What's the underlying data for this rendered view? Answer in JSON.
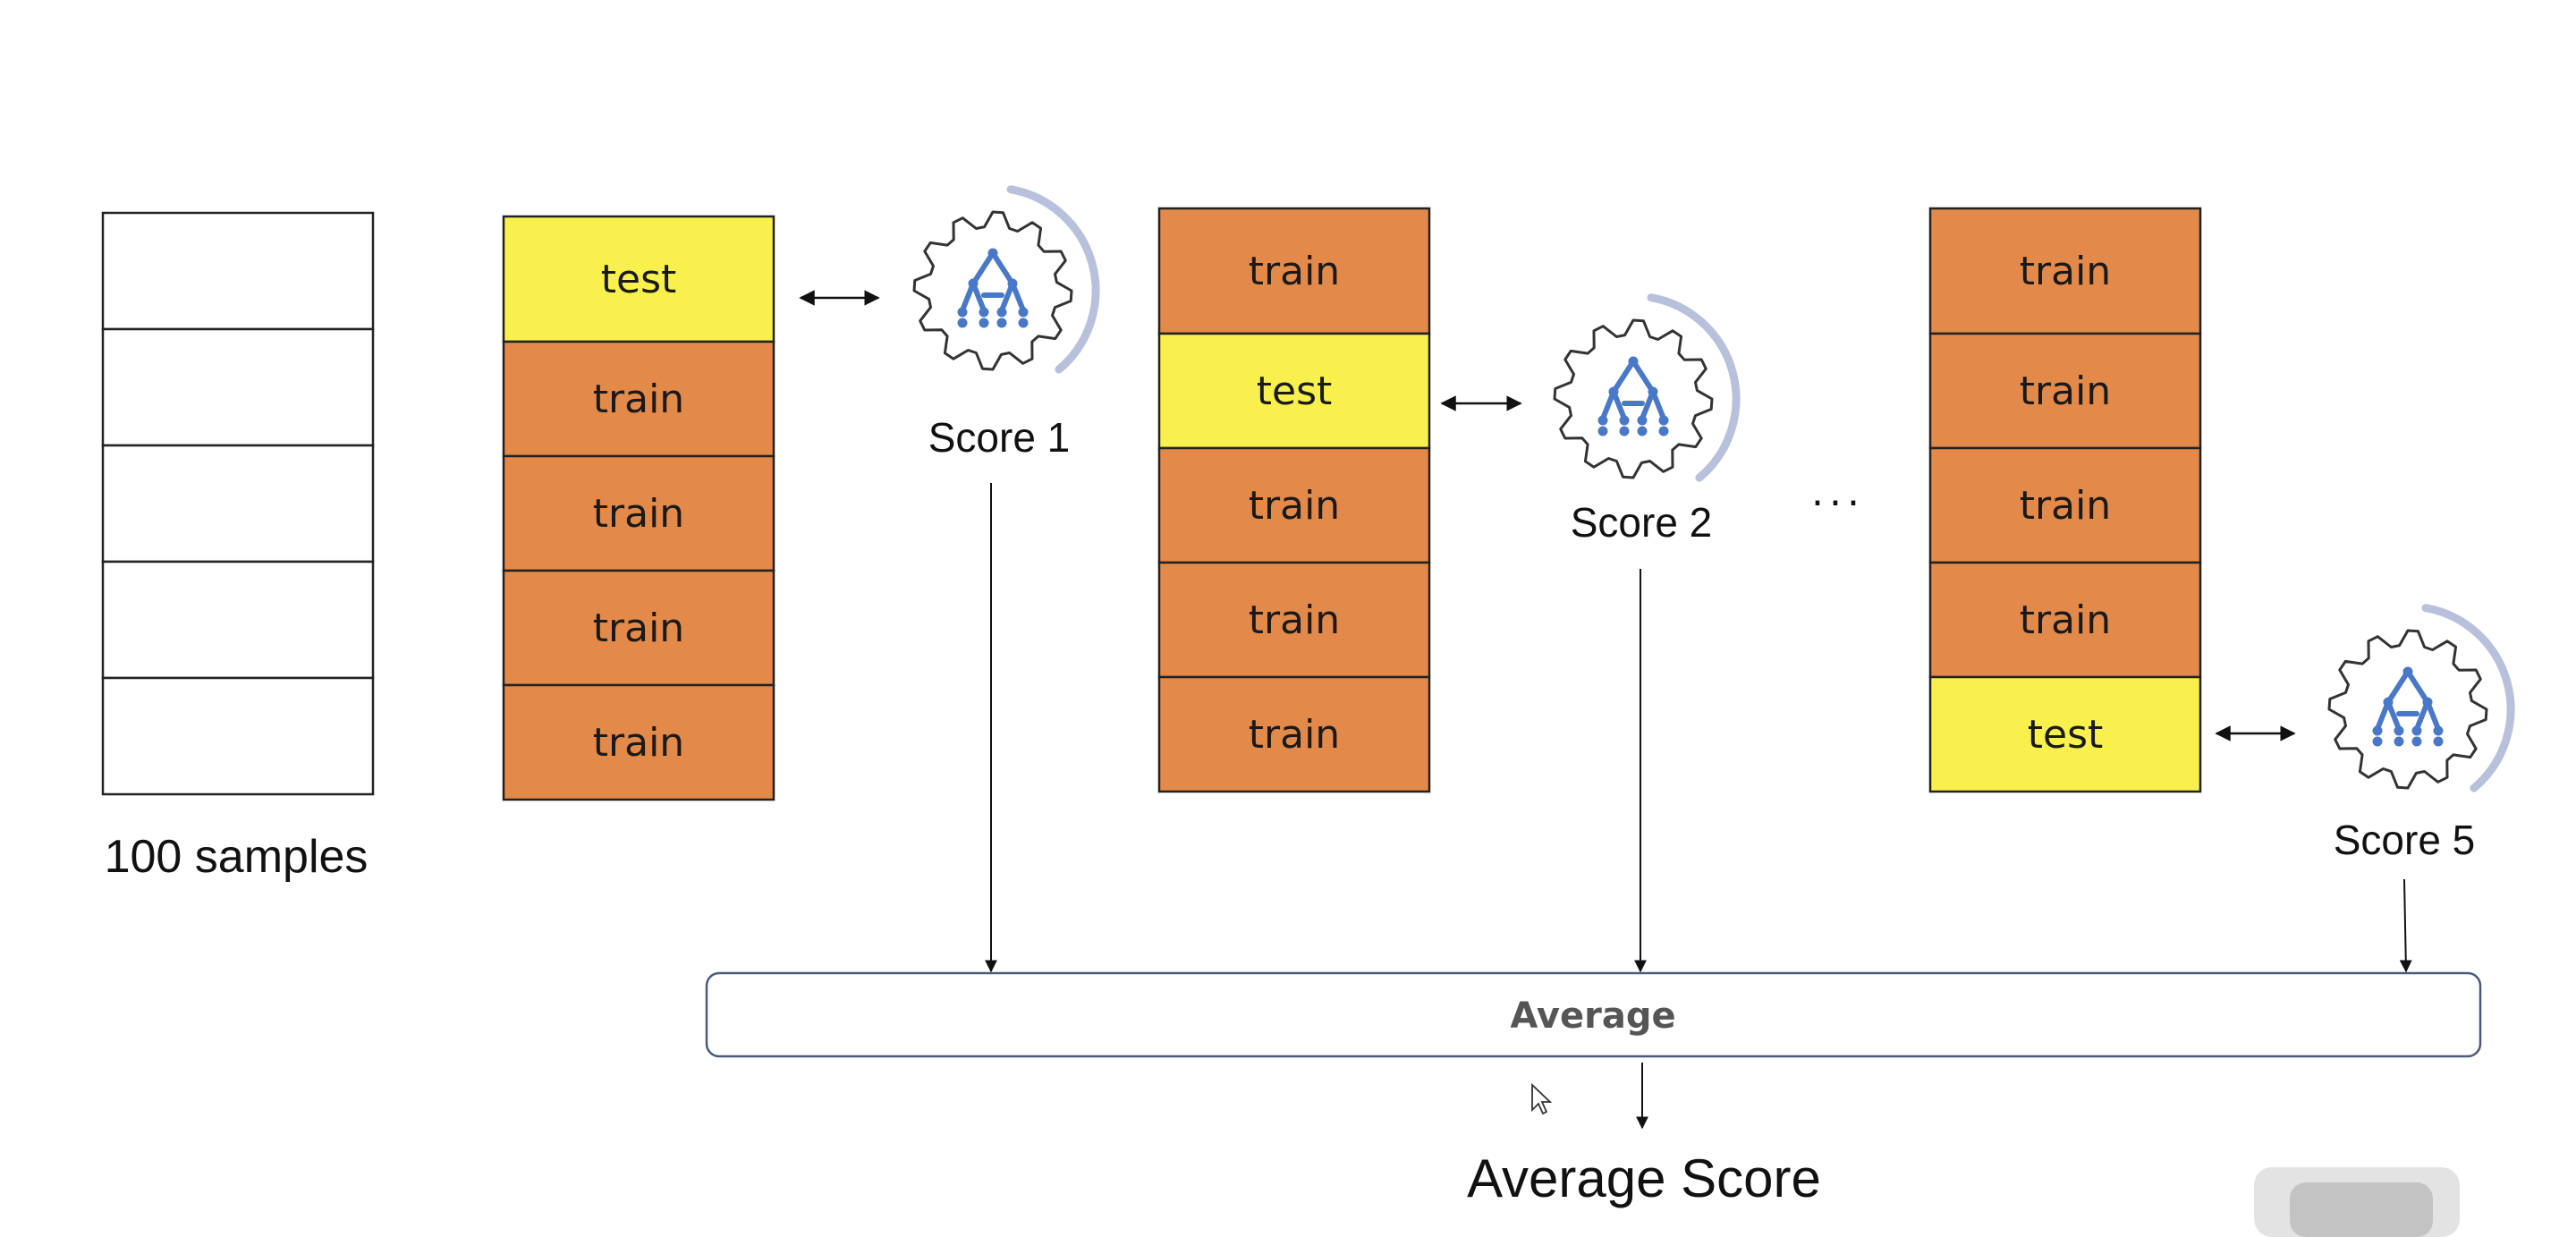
{
  "colors": {
    "train": "#e38a4a",
    "test": "#f8f14d",
    "border": "#222222",
    "average_border": "#4a5a7a",
    "gear_outline": "#333333",
    "gear_arc": "#b8c1dc",
    "tree_icon": "#4a78c8"
  },
  "samples_label": "100 samples",
  "folds": [
    {
      "segments": [
        "test",
        "train",
        "train",
        "train",
        "train"
      ],
      "score_label": "Score 1"
    },
    {
      "segments": [
        "train",
        "test",
        "train",
        "train",
        "train"
      ],
      "score_label": "Score 2"
    },
    {
      "segments": [
        "train",
        "train",
        "train",
        "train",
        "test"
      ],
      "score_label": "Score 5"
    }
  ],
  "ellipsis": "...",
  "average_label": "Average",
  "average_score_label": "Average Score",
  "icons": {
    "model": "gear-with-decision-tree-icon",
    "double_arrow": "double-arrow-icon",
    "cursor": "mouse-cursor-icon"
  }
}
